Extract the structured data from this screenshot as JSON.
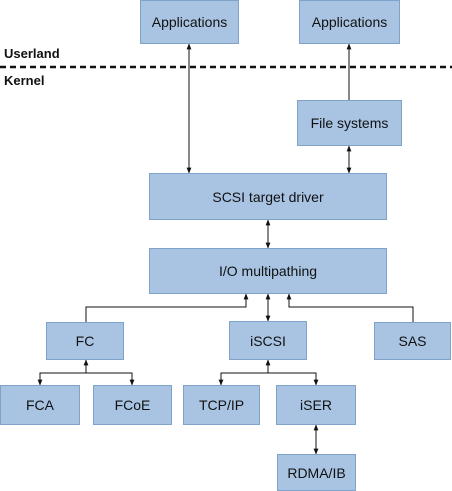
{
  "regions": {
    "userland": "Userland",
    "kernel": "Kernel"
  },
  "nodes": {
    "applications_left": "Applications",
    "applications_right": "Applications",
    "file_systems": "File systems",
    "scsi_target_driver": "SCSI target driver",
    "io_multipathing": "I/O multipathing",
    "fc": "FC",
    "iscsi": "iSCSI",
    "sas": "SAS",
    "fca": "FCA",
    "fcoe": "FCoE",
    "tcp_ip": "TCP/IP",
    "iser": "iSER",
    "rdma_ib": "RDMA/IB"
  },
  "colors": {
    "box_fill": "#a8c4e2",
    "box_border": "#7ea2c8",
    "line": "#111111"
  }
}
